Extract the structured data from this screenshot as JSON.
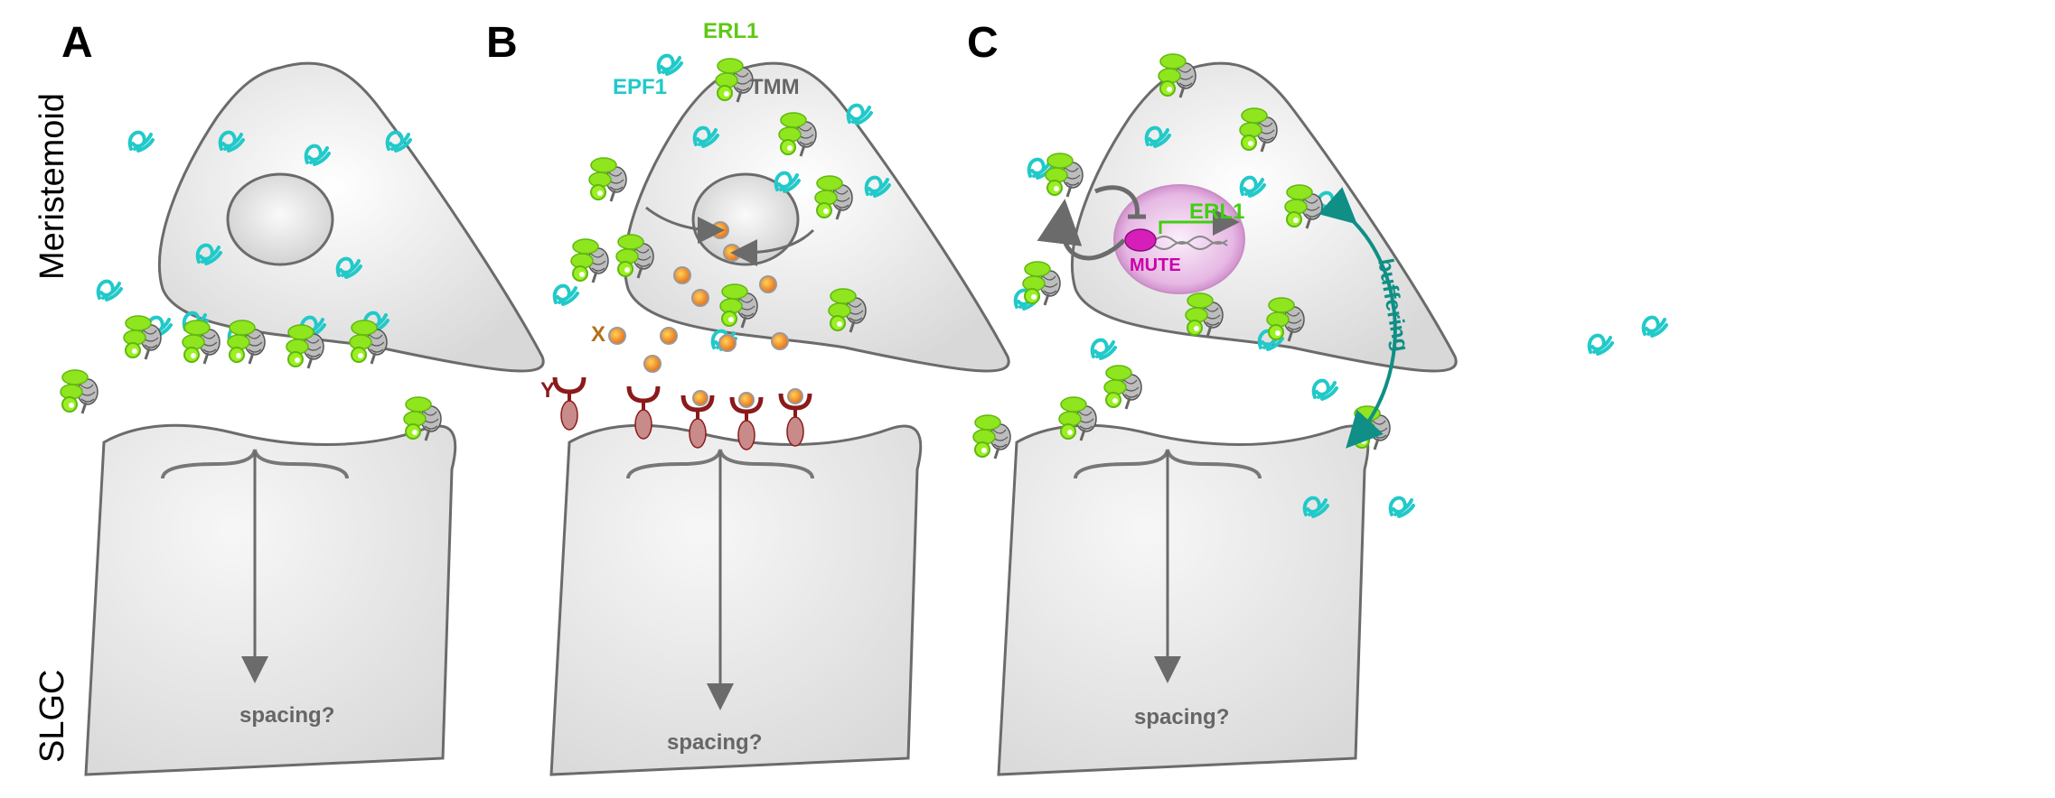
{
  "panels": [
    {
      "label": "A",
      "spacing": "spacing?"
    },
    {
      "label": "B",
      "spacing": "spacing?"
    },
    {
      "label": "C",
      "spacing": "spacing?"
    }
  ],
  "side_labels": {
    "top": "Meristemoid",
    "bottom": "SLGC"
  },
  "panel_b": {
    "epf1": "EPF1",
    "erl1": "ERL1",
    "tmm": "TMM",
    "x": "X",
    "y": "Y"
  },
  "panel_c": {
    "erl1": "ERL1",
    "mute": "MUTE",
    "buffering": "buffering"
  },
  "colors": {
    "epf1": "#22c9c9",
    "erl1": "#7be014",
    "tmm": "#777777",
    "x_particle": "#f39a1e",
    "y_receptor": "#8b1a1a",
    "mute": "#cc00aa",
    "buffering": "#0f8f86",
    "outline": "#6b6b6b"
  }
}
